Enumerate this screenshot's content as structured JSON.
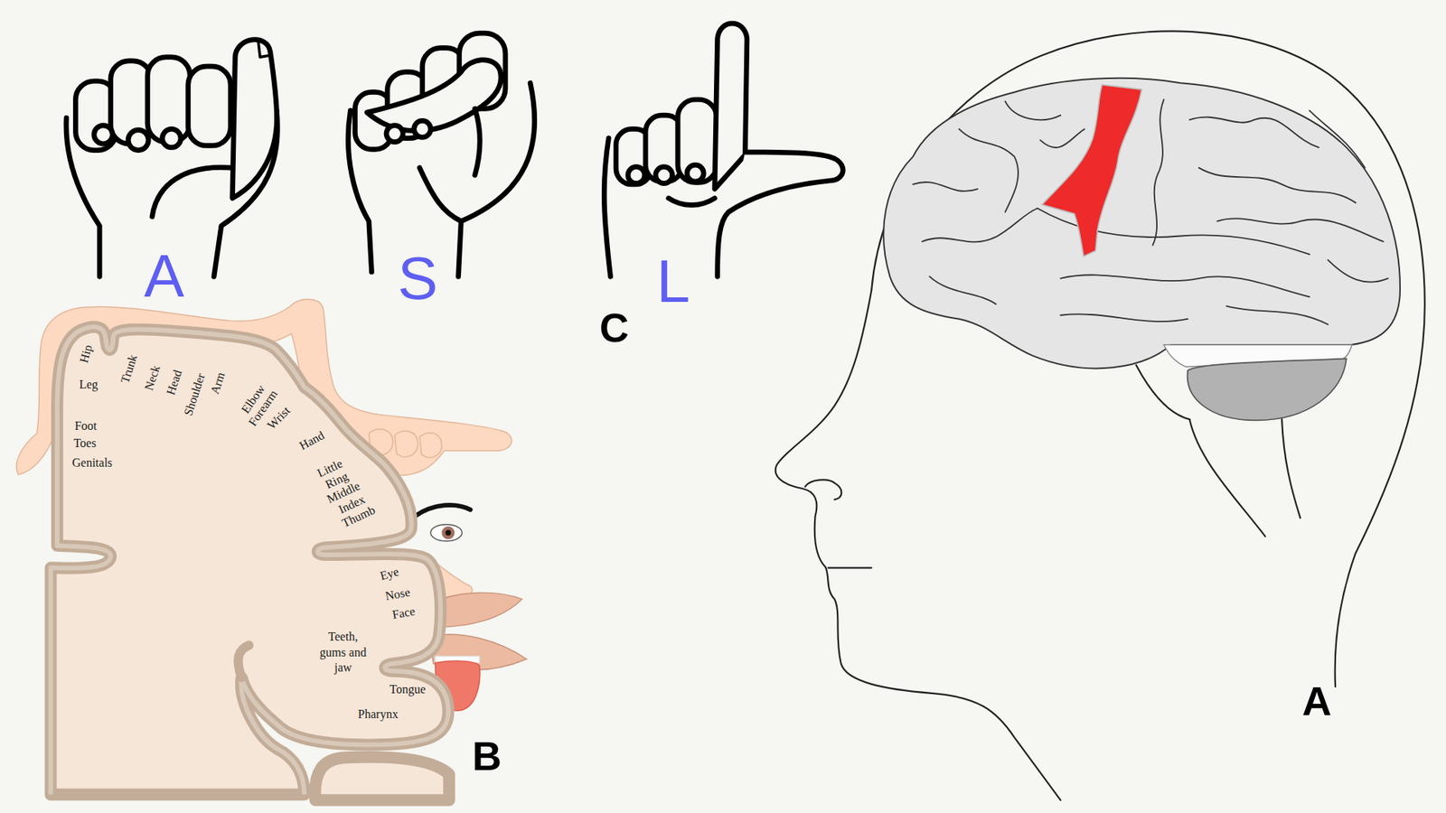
{
  "diagram": {
    "labels": [
      "A",
      "S",
      "L",
      "C",
      "Hip",
      "Leg",
      "Trunk",
      "Neck",
      "Head",
      "Shoulder",
      "Arm",
      "Foot",
      "Toes",
      "Genitals",
      "Elbow",
      "Forearm",
      "Wrist",
      "Hand",
      "Little",
      "Ring",
      "Middle",
      "Index",
      "Thumb",
      "Eye",
      "Nose",
      "Face",
      "Teeth, gums and jaw",
      "Tongue",
      "Pharynx",
      "B",
      "A"
    ]
  }
}
